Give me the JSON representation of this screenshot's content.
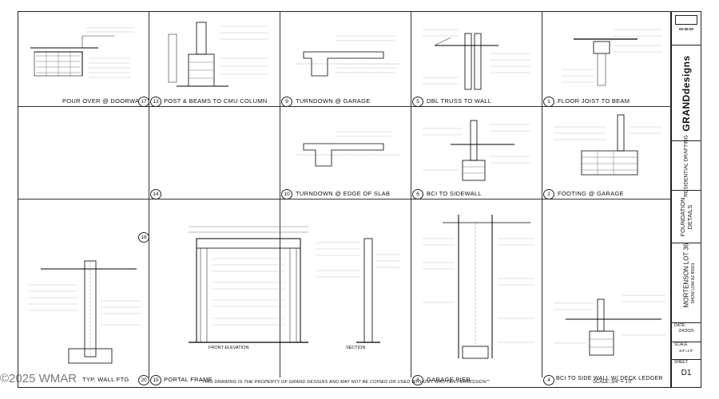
{
  "panels": [
    {
      "id": "p17",
      "title": "POUR OVER @ DOORWAY",
      "num": "17"
    },
    {
      "id": "p13",
      "title": "POST & BEAMS TO CMU COLUMN",
      "num": "13"
    },
    {
      "id": "p9",
      "title": "TURNDOWN @ GARAGE",
      "num": "9"
    },
    {
      "id": "p5",
      "title": "DBL TRUSS TO WALL",
      "num": "5"
    },
    {
      "id": "p1",
      "title": "FLOOR JOIST TO BEAM",
      "num": "1"
    },
    {
      "id": "p18",
      "title": "",
      "num": "18"
    },
    {
      "id": "p14",
      "title": "",
      "num": "14"
    },
    {
      "id": "p10",
      "title": "TURNDOWN @ EDGE OF SLAB",
      "num": "10"
    },
    {
      "id": "p6",
      "title": "BCI TO SIDEWALL",
      "num": "6"
    },
    {
      "id": "p2",
      "title": "FOOTING @ GARAGE",
      "num": "2"
    },
    {
      "id": "p20",
      "title": "TYP. WALL FTG",
      "num": "20"
    },
    {
      "id": "p15",
      "title": "PORTAL FRAME",
      "num": "15"
    },
    {
      "id": "p8",
      "title": "GARAGE PIER",
      "num": "8"
    },
    {
      "id": "p4",
      "title": "BCI TO SIDE WALL W/ DECK LEDGER",
      "num": "4"
    }
  ],
  "portal_labels": {
    "front": "FRONT ELEVATION",
    "section": "SECTION"
  },
  "footer": {
    "text": "\"\"THIS DRAWING IS THE PROPERTY OF GRAND DESIGNS AND MAY NOT BE COPIED OR USED WITHOUT WRITTEN PERMISSION\"\"",
    "scale": "SCALE: 3/4\" = 1'0\""
  },
  "title_block": {
    "rev": "00-00-00",
    "brand": "GRANDdesigns",
    "firm": "RESIDENTIAL DRAFTING",
    "sheet_desc": "FOUNDATION DETAILS",
    "project": "MORTENSON LOT 36",
    "location": "SHOW LOW AZ 85901",
    "date_label": "DATE:",
    "date": "2/4/2025",
    "scale_label": "SCALE:",
    "scale": "3/4\"=1'0\"",
    "sheet_label": "SHEET:",
    "sheet": "D1"
  },
  "watermark": "©2025 WMAR"
}
